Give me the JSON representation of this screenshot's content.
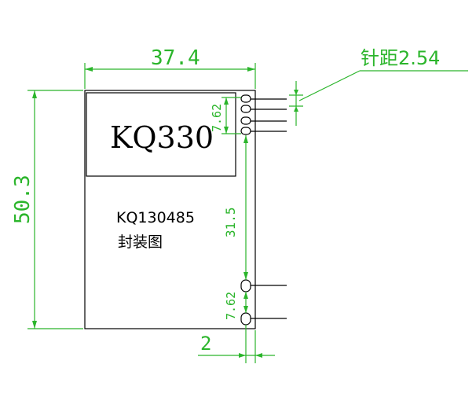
{
  "chip": {
    "name": "KQ330",
    "model": "KQ130485",
    "caption": "封装图"
  },
  "dimensions": {
    "width": "37.4",
    "height": "50.3",
    "pin_pitch_label": "针距2.54",
    "top_group_span": "7.62",
    "middle_span": "31.5",
    "bottom_group_span": "7.62",
    "edge_offset": "2"
  },
  "colors": {
    "dimension": "#2bb52b",
    "outline": "#000000",
    "background": "#ffffff"
  }
}
